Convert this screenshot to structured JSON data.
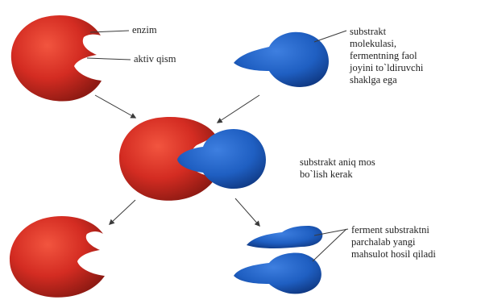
{
  "labels": {
    "enzyme": "enzim",
    "active_site": "aktiv qism",
    "substrate_lines": [
      "substrakt",
      "molekulasi,",
      "fermentning faol",
      "joyini to`ldiruvchi",
      "shaklga ega"
    ],
    "fit_lines": [
      "substrakt aniq mos",
      "bo`lish kerak"
    ],
    "products_lines": [
      "ferment substraktni",
      "parchalab yangi",
      "mahsulot hosil qiladi"
    ]
  },
  "colors": {
    "enzyme_red": "#d42c22",
    "enzyme_dark": "#9a1a14",
    "substrate_blue": "#1f5fc2",
    "substrate_dark": "#123f8a",
    "arrow": "#3a3a3a",
    "text": "#1f1f1f"
  }
}
